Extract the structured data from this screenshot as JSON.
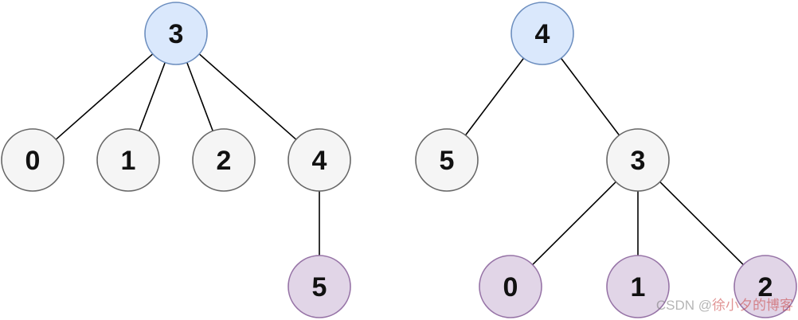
{
  "colors": {
    "root_fill": "#dae8fc",
    "root_stroke": "#6c8ebf",
    "middle_fill": "#f5f5f5",
    "middle_stroke": "#666666",
    "leaf_fill": "#e1d5e7",
    "leaf_stroke": "#9673a6",
    "edge": "#000000"
  },
  "trees": [
    {
      "id": "left-tree",
      "nodes": [
        {
          "id": "L3",
          "label": "3",
          "style": "root"
        },
        {
          "id": "L0",
          "label": "0",
          "style": "middle"
        },
        {
          "id": "L1",
          "label": "1",
          "style": "middle"
        },
        {
          "id": "L2",
          "label": "2",
          "style": "middle"
        },
        {
          "id": "L4",
          "label": "4",
          "style": "middle"
        },
        {
          "id": "L5",
          "label": "5",
          "style": "leaf"
        }
      ],
      "edges": [
        [
          "L3",
          "L0"
        ],
        [
          "L3",
          "L1"
        ],
        [
          "L3",
          "L2"
        ],
        [
          "L3",
          "L4"
        ],
        [
          "L4",
          "L5"
        ]
      ]
    },
    {
      "id": "right-tree",
      "nodes": [
        {
          "id": "R4",
          "label": "4",
          "style": "root"
        },
        {
          "id": "R5",
          "label": "5",
          "style": "middle"
        },
        {
          "id": "R3",
          "label": "3",
          "style": "middle"
        },
        {
          "id": "R0",
          "label": "0",
          "style": "leaf"
        },
        {
          "id": "R1",
          "label": "1",
          "style": "leaf"
        },
        {
          "id": "R2",
          "label": "2",
          "style": "leaf"
        }
      ],
      "edges": [
        [
          "R4",
          "R5"
        ],
        [
          "R4",
          "R3"
        ],
        [
          "R3",
          "R0"
        ],
        [
          "R3",
          "R1"
        ],
        [
          "R3",
          "R2"
        ]
      ]
    }
  ],
  "watermark": {
    "site": "CSDN @",
    "author": "徐小夕的博客"
  }
}
